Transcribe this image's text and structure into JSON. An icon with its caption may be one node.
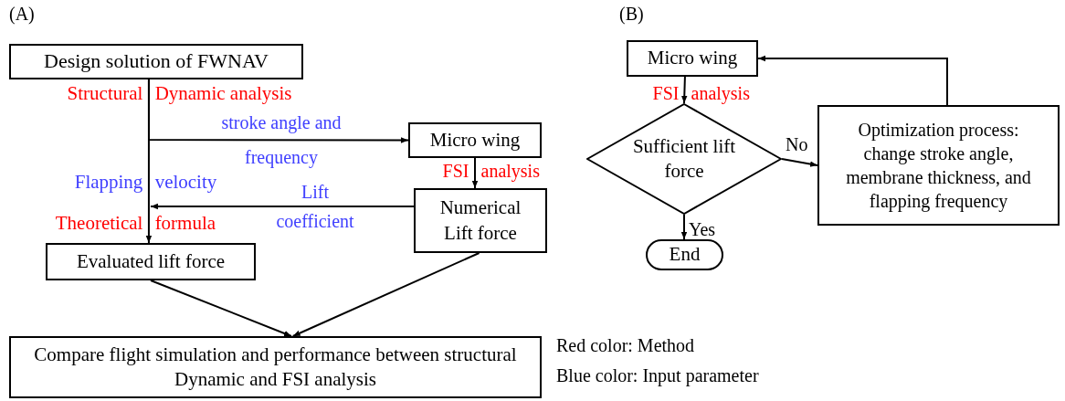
{
  "diagram": {
    "nodes": [
      {
        "text": [
          "Design solution of FWNAV"
        ]
      },
      {
        "text": [
          "Micro wing"
        ]
      },
      {
        "text": [
          "Numerical Lift force"
        ]
      },
      {
        "text": [
          "Evaluated lift force"
        ]
      },
      {
        "text": [
          "Compare flight simulation and performance between structural Dynamic and FSI analysis"
        ]
      },
      {
        "text": [
          "Micro wing"
        ]
      },
      {
        "text": [
          "Sufficient lift force"
        ]
      },
      {
        "text": [
          "Optimization process: change stroke angle, membrane thickness, and flapping frequency"
        ]
      },
      {
        "text": [
          "End"
        ]
      }
    ],
    "edges": [
      {
        "from": 0,
        "to": 3,
        "arrow": "to"
      },
      {
        "from": 0,
        "to": 1,
        "arrow": "to",
        "label": "stroke angle and frequency"
      },
      {
        "from": 1,
        "to": 2,
        "arrow": "to",
        "label": "FSI analysis"
      },
      {
        "from": 2,
        "to": 3,
        "arrow": "to",
        "label": "Lift coefficient"
      },
      {
        "from": 3,
        "to": 4,
        "arrow": "to"
      },
      {
        "from": 2,
        "to": 4,
        "arrow": "to"
      },
      {
        "from": 5,
        "to": 6,
        "arrow": "to",
        "label": "FSI analysis"
      },
      {
        "from": 6,
        "to": 7,
        "arrow": "to",
        "label": "No"
      },
      {
        "from": 6,
        "to": 8,
        "arrow": "to",
        "label": "Yes"
      },
      {
        "from": 7,
        "to": 5,
        "arrow": "to"
      }
    ],
    "labels": [
      "(A)",
      "(B)",
      "Structural Dynamic analysis",
      "Flapping velocity",
      "Theoretical formula",
      "Red color: Method",
      "Blue color: Input parameter"
    ]
  }
}
